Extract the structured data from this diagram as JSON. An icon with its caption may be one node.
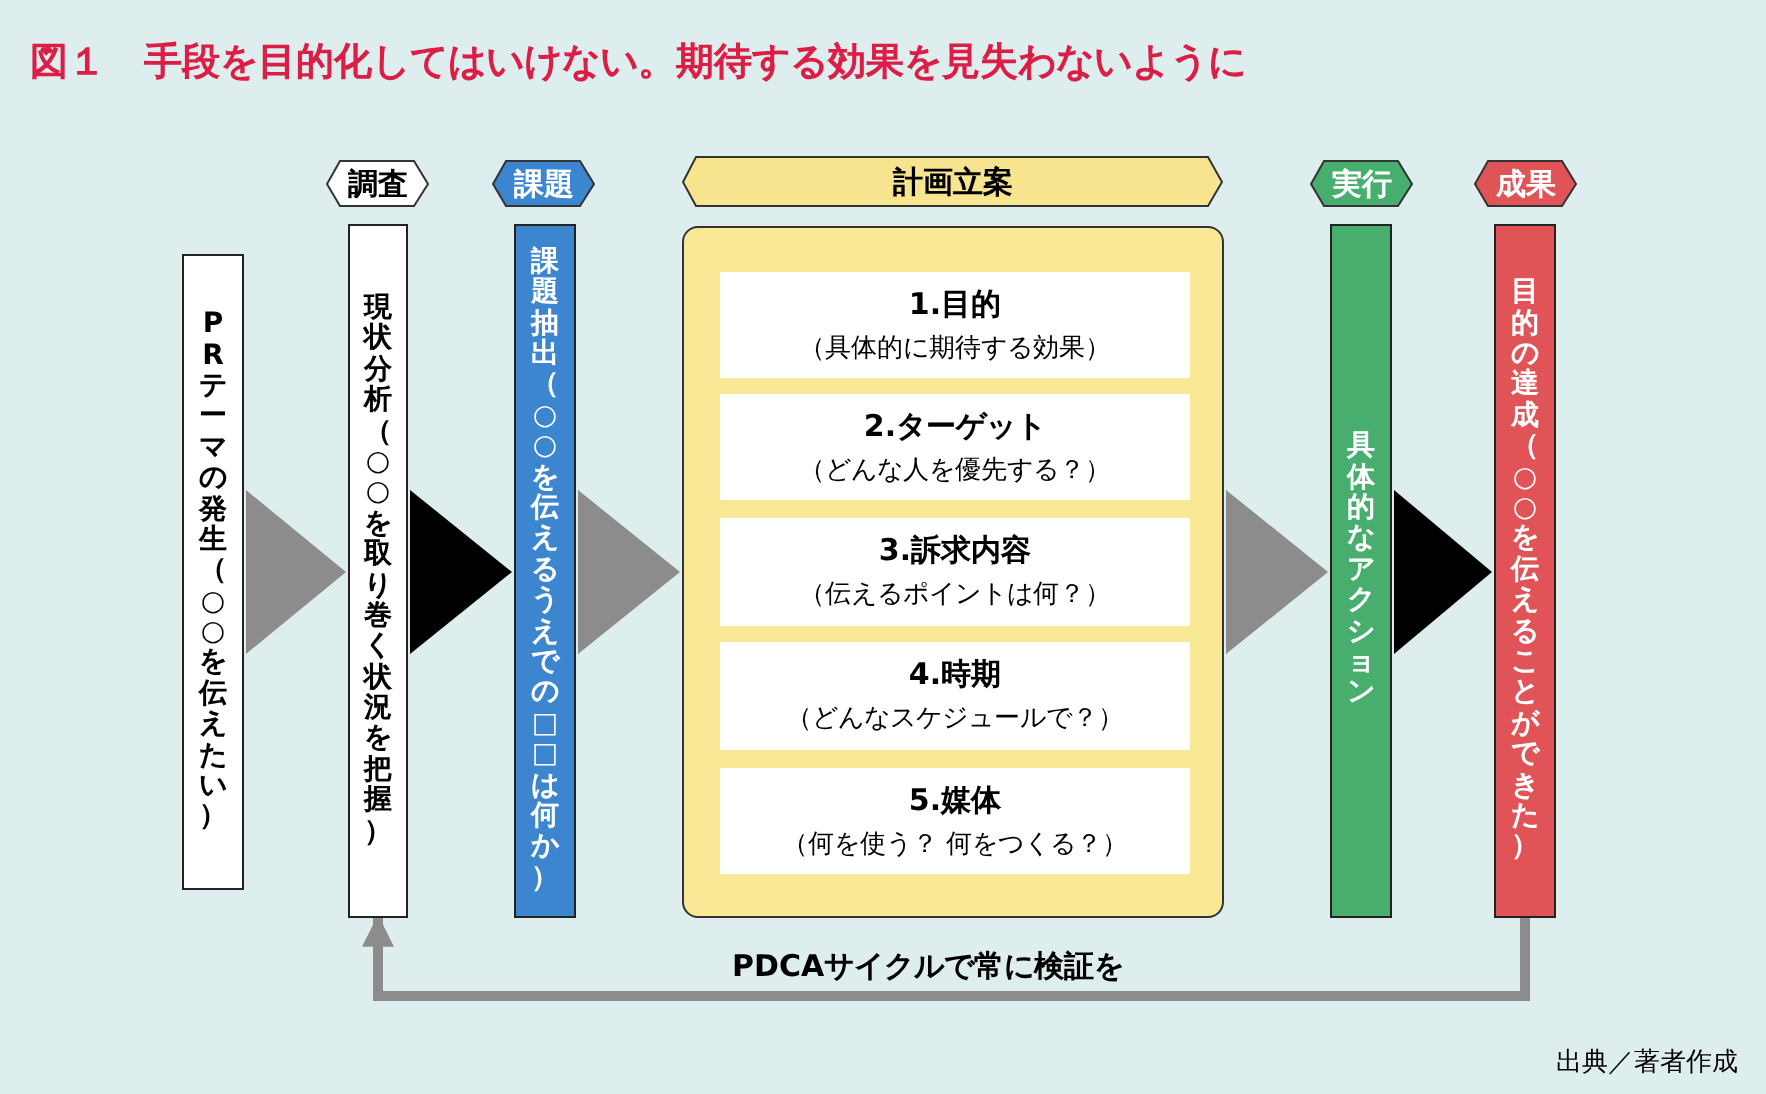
{
  "diagram": {
    "title": "図１　手段を目的化してはいけない。期待する効果を見失わないように",
    "nodes": [
      {
        "text": [
          "PRテーマの発生（○○を伝えたい）"
        ]
      },
      {
        "text": [
          "調査"
        ]
      },
      {
        "text": [
          "現状分析（○○を取り巻く状況を把握）"
        ]
      },
      {
        "text": [
          "課題"
        ]
      },
      {
        "text": [
          "課題抽出（○○を伝えるうえでの□□は何か）"
        ]
      },
      {
        "text": [
          "計画立案"
        ]
      },
      {
        "text": [],
        "shape": "box"
      },
      {
        "text": [
          "1.目的",
          "（具体的に期待する効果）"
        ],
        "in": 6
      },
      {
        "text": [
          "2.ターゲット",
          "（どんな人を優先する？）"
        ],
        "in": 6
      },
      {
        "text": [
          "3.訴求内容",
          "（伝えるポイントは何？）"
        ],
        "in": 6
      },
      {
        "text": [
          "4.時期",
          "（どんなスケジュールで？）"
        ],
        "in": 6
      },
      {
        "text": [
          "5.媒体",
          "（何を使う？ 何をつくる？）"
        ],
        "in": 6
      },
      {
        "text": [
          "実行"
        ]
      },
      {
        "text": [
          "具体的なアクション"
        ]
      },
      {
        "text": [
          "成果"
        ]
      },
      {
        "text": [
          "目的の達成（○○を伝えることができた）"
        ]
      }
    ],
    "edges": [
      {
        "from": 0,
        "to": 2,
        "arrow": "to"
      },
      {
        "from": 2,
        "to": 4,
        "arrow": "to",
        "color": "#000000"
      },
      {
        "from": 4,
        "to": 6,
        "arrow": "to"
      },
      {
        "from": 6,
        "to": 13,
        "arrow": "to"
      },
      {
        "from": 13,
        "to": 15,
        "arrow": "to",
        "color": "#000000"
      },
      {
        "from": 15,
        "to": 2,
        "arrow": "to",
        "label": "PDCAサイクルで常に検証を"
      }
    ],
    "labels": [
      "出典／著者作成"
    ]
  }
}
